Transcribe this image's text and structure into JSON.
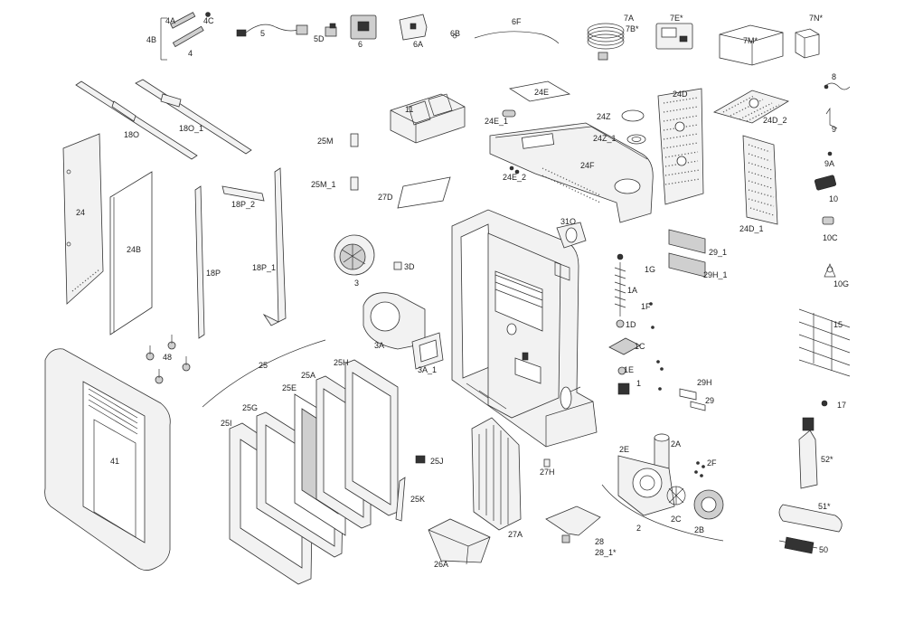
{
  "labels": {
    "p4a": "4A",
    "p4c": "4C",
    "p4b": "4B",
    "p4": "4",
    "p5": "5",
    "p5d": "5D",
    "p6": "6",
    "p6a": "6A",
    "p6b": "6B",
    "p6f": "6F",
    "p7a": "7A",
    "p7b": "7B*",
    "p7e": "7E*",
    "p7m": "7M*",
    "p7n": "7N*",
    "p8": "8",
    "p9": "9",
    "p9a": "9A",
    "p10": "10",
    "p10c": "10C",
    "p10g": "10G",
    "p11": "11",
    "p15": "15",
    "p17": "17",
    "p18o": "18O",
    "p18o1": "18O_1",
    "p18p": "18P",
    "p18p1": "18P_1",
    "p18p2": "18P_2",
    "p24": "24",
    "p24b": "24B",
    "p24d": "24D",
    "p24d1": "24D_1",
    "p24d2": "24D_2",
    "p24e": "24E",
    "p24e1": "24E_1",
    "p24e2": "24E_2",
    "p24f": "24F",
    "p24z": "24Z",
    "p24z1": "24Z_1",
    "p25": "25",
    "p25a": "25A",
    "p25e": "25E",
    "p25g": "25G",
    "p25h": "25H",
    "p25i": "25I",
    "p25j": "25J",
    "p25k": "25K",
    "p25m": "25M",
    "p25m1": "25M_1",
    "p26a": "26A",
    "p27a": "27A",
    "p27d": "27D",
    "p27h": "27H",
    "p28": "28",
    "p28_1": "28_1*",
    "p29": "29",
    "p29_1": "29_1",
    "p29h": "29H",
    "p29h1": "29H_1",
    "p2": "2",
    "p2a": "2A",
    "p2b": "2B",
    "p2c": "2C",
    "p2e": "2E",
    "p2f": "2F",
    "p1": "1",
    "p1a": "1A",
    "p1c": "1C",
    "p1d": "1D",
    "p1e": "1E",
    "p1f": "1F",
    "p1g": "1G",
    "p3": "3",
    "p3a": "3A",
    "p3a1": "3A_1",
    "p3d": "3D",
    "p31o": "31O",
    "p41": "41",
    "p48": "48",
    "p50": "50",
    "p51": "51*",
    "p52": "52*"
  },
  "colors": {
    "line": "#333333",
    "fill_light": "#f2f2f2",
    "fill_mid": "#cfcfcf",
    "background": "#ffffff"
  }
}
